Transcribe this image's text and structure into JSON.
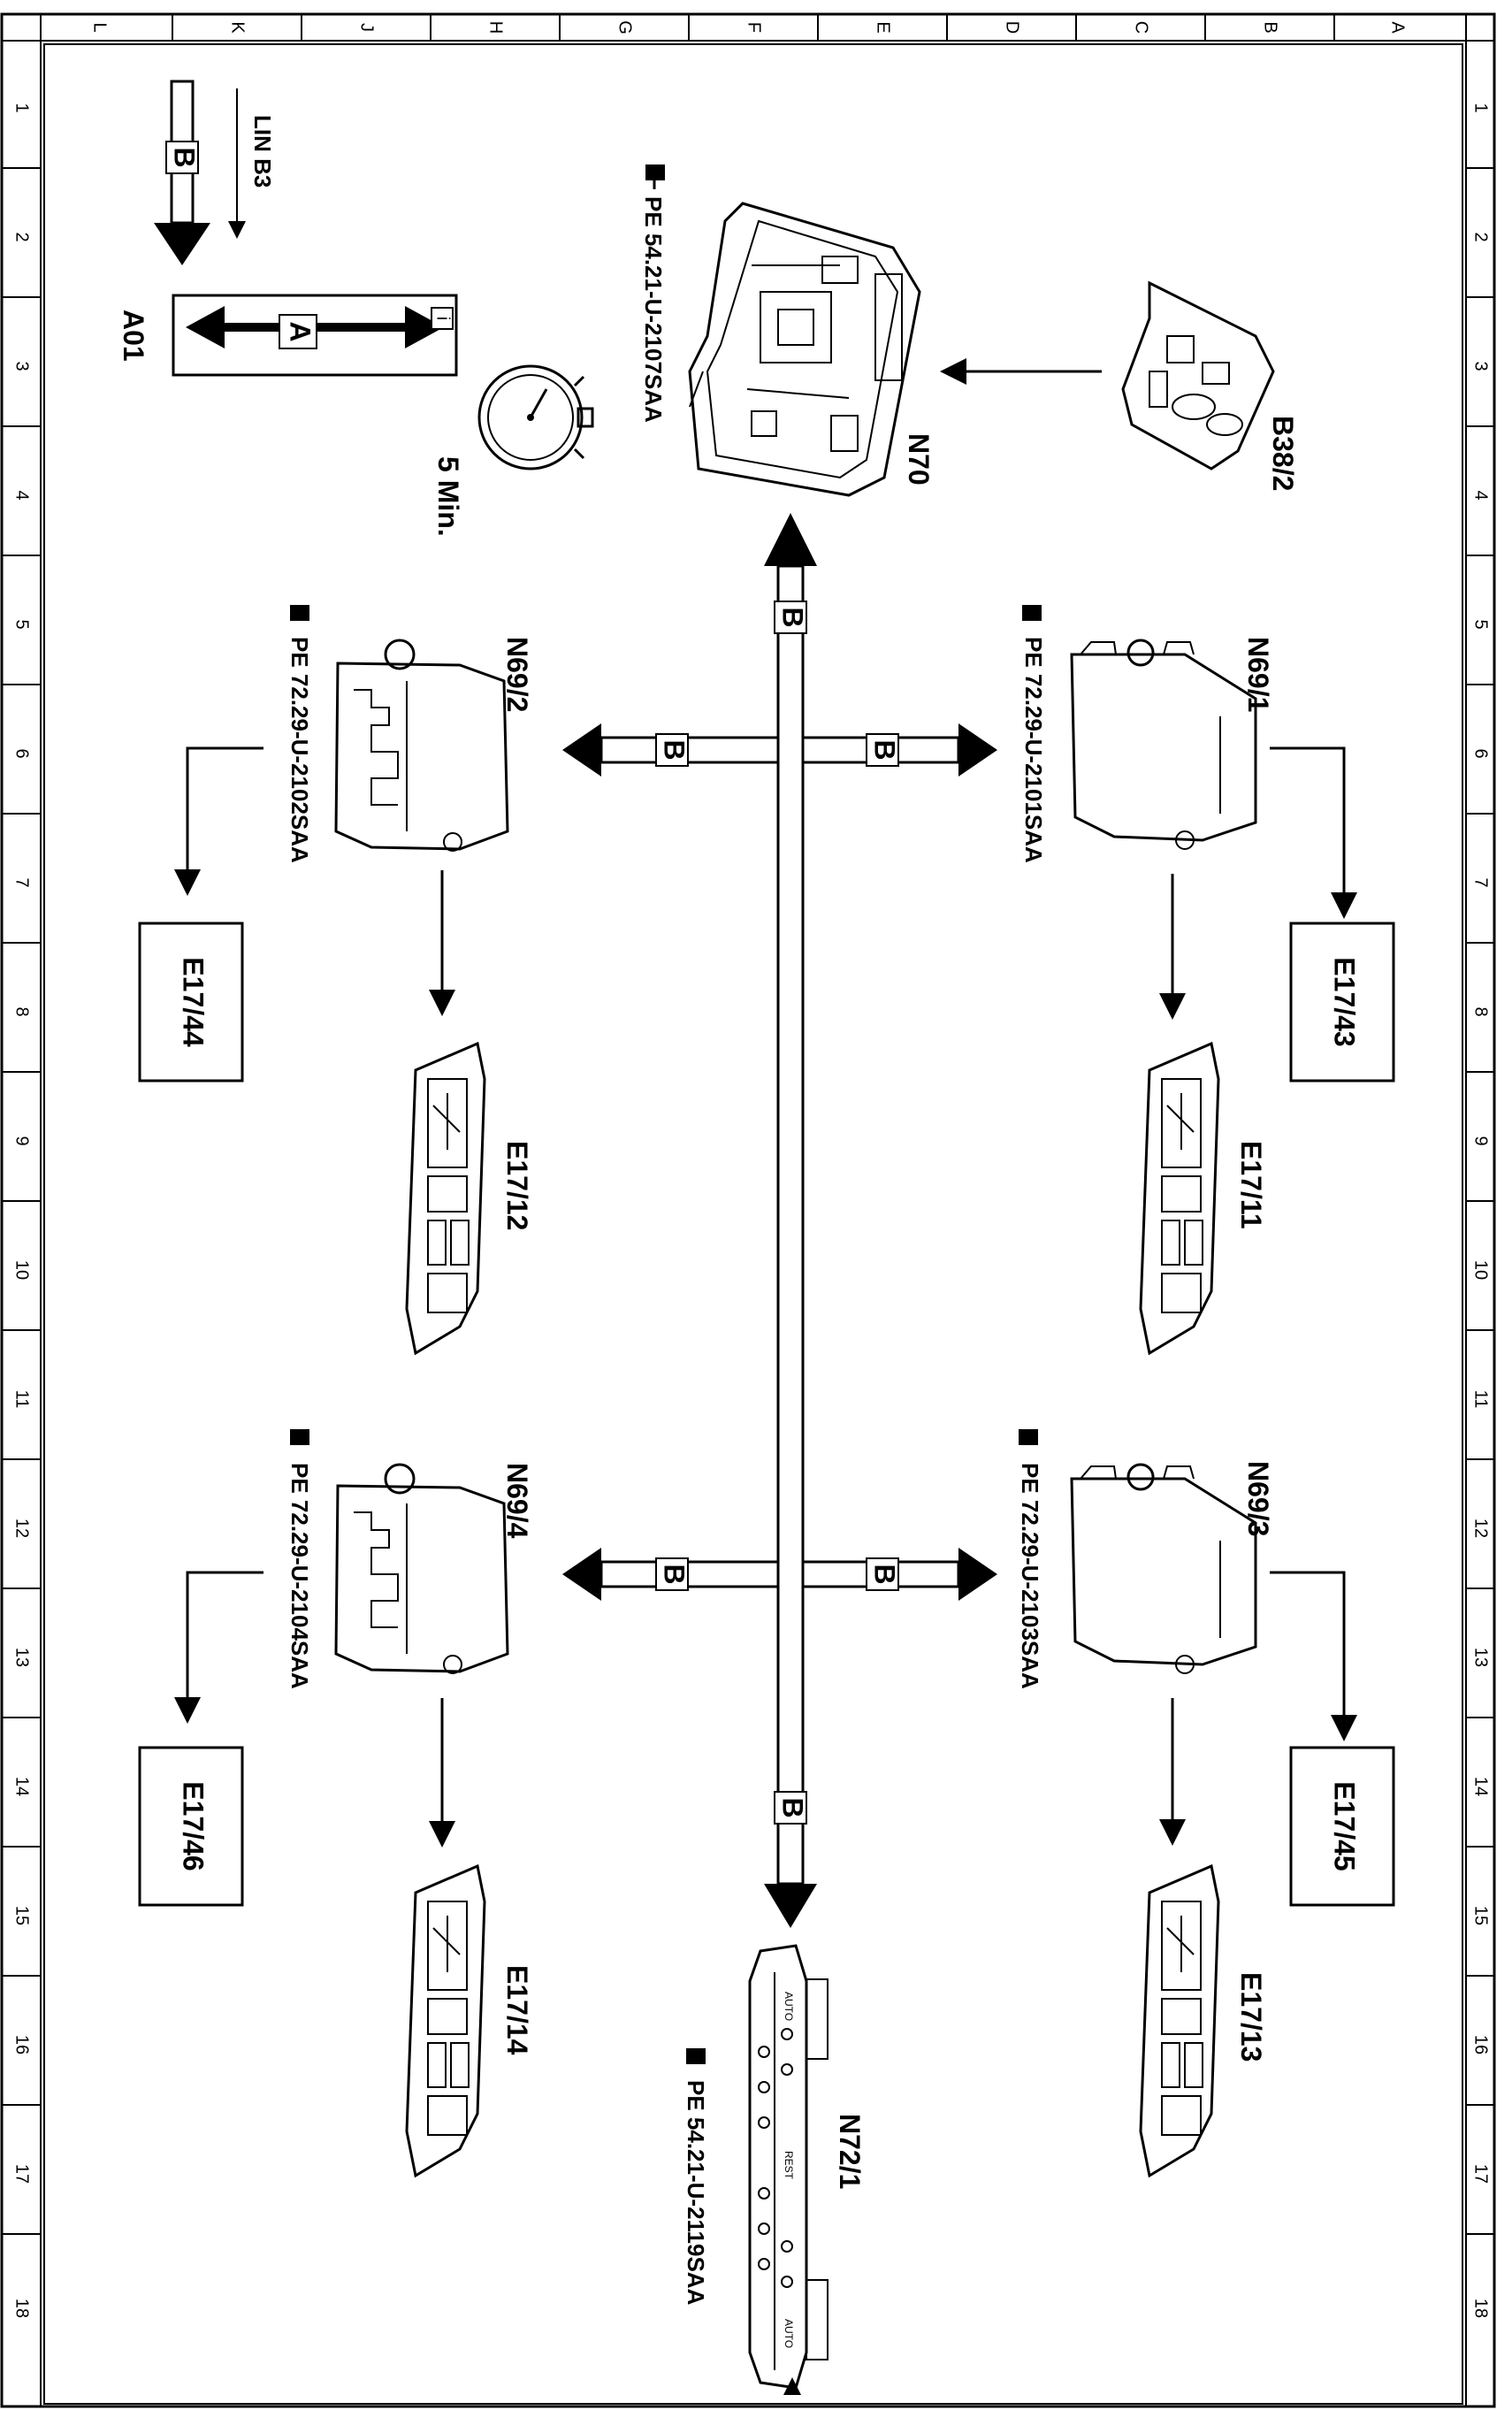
{
  "grid": {
    "letters": [
      "L",
      "K",
      "J",
      "H",
      "G",
      "F",
      "E",
      "D",
      "C",
      "B",
      "A"
    ],
    "numbers": [
      "1",
      "2",
      "3",
      "4",
      "5",
      "6",
      "7",
      "8",
      "9",
      "10",
      "11",
      "12",
      "13",
      "14",
      "15",
      "16",
      "17",
      "18"
    ]
  },
  "legend": {
    "bus_b_letter": "B",
    "lin_label": "LIN B3",
    "bus_a_letter": "A",
    "info_letter": "i",
    "legend_code": "A01",
    "stopwatch_label": "5 Min."
  },
  "components": {
    "n70": {
      "label": "N70",
      "ref": "PE 54.21-U-2107SAA"
    },
    "b38_2": {
      "label": "B38/2"
    },
    "n69_1": {
      "label": "N69/1",
      "ref": "PE 72.29-U-2101SAA"
    },
    "n69_2": {
      "label": "N69/2",
      "ref": "PE 72.29-U-2102SAA"
    },
    "n69_3": {
      "label": "N69/3",
      "ref": "PE 72.29-U-2103SAA"
    },
    "n69_4": {
      "label": "N69/4",
      "ref": "PE 72.29-U-2104SAA"
    },
    "n72_1": {
      "label": "N72/1",
      "ref": "PE 54.21-U-2119SAA"
    },
    "e17_11": {
      "label": "E17/11"
    },
    "e17_12": {
      "label": "E17/12"
    },
    "e17_13": {
      "label": "E17/13"
    },
    "e17_14": {
      "label": "E17/14"
    },
    "e17_43": {
      "label": "E17/43"
    },
    "e17_44": {
      "label": "E17/44"
    },
    "e17_45": {
      "label": "E17/45"
    },
    "e17_46": {
      "label": "E17/46"
    }
  },
  "bus_tags": {
    "b": "B"
  },
  "panel_text": {
    "auto": "AUTO",
    "rest": "REST"
  }
}
